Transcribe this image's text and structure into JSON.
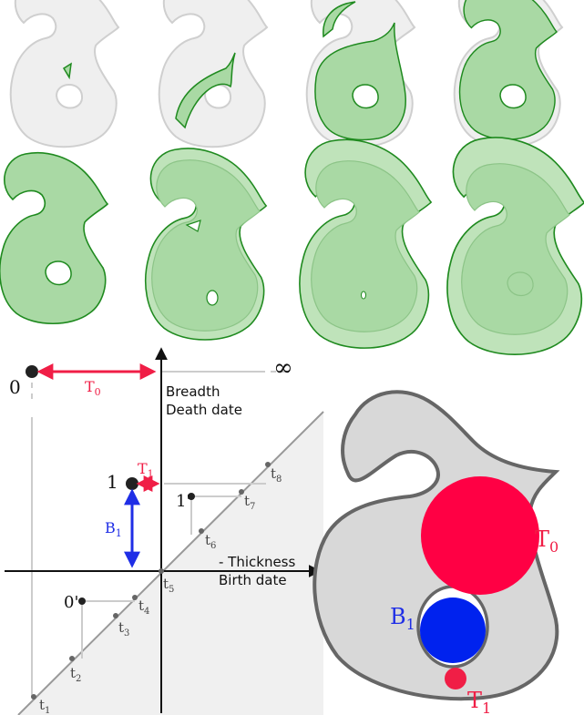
{
  "colors": {
    "green_fill": "#a9d9a4",
    "green_fill_light": "#bfe3ba",
    "green_stroke": "#1f8a1f",
    "blob_fill": "#efefef",
    "blob_stroke": "#cfcfcf",
    "shape_fill": "#d8d8d8",
    "shape_stroke": "#666666",
    "red": "#f01e46",
    "blue": "#1f2ee6",
    "axis": "#111111",
    "grid": "#cccccc",
    "point": "#222222",
    "tick_text": "#444444"
  },
  "diagram": {
    "labels": {
      "infinity": "∞",
      "zero_left": "0",
      "t0_arrow": "T",
      "t0_sub": "0",
      "breadth": "Breadth",
      "death_date": "Death date",
      "one": "1",
      "t1_arrow": "T",
      "t1_sub": "1",
      "b1": "B",
      "b1_sub": "1",
      "one_prime": "1'",
      "zero_prime": "0'",
      "thickness": "- Thickness",
      "birth_date": "Birth date"
    },
    "ticks": [
      {
        "name": "t",
        "sub": "1"
      },
      {
        "name": "t",
        "sub": "2"
      },
      {
        "name": "t",
        "sub": "3"
      },
      {
        "name": "t",
        "sub": "4"
      },
      {
        "name": "t",
        "sub": "5"
      },
      {
        "name": "t",
        "sub": "6"
      },
      {
        "name": "t",
        "sub": "7"
      },
      {
        "name": "t",
        "sub": "8"
      }
    ]
  },
  "shape_labels": {
    "t0": "T",
    "t0_sub": "0",
    "b1": "B",
    "b1_sub": "1",
    "t1": "T",
    "t1_sub": "1"
  }
}
